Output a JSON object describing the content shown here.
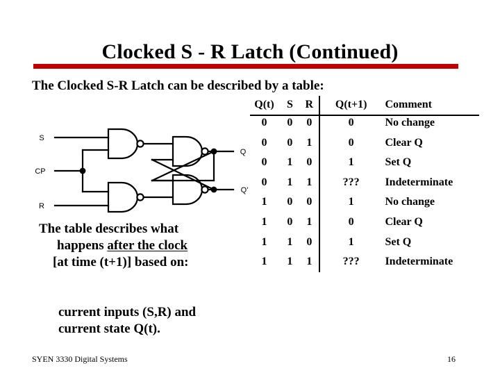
{
  "slide": {
    "title": "Clocked S - R Latch (Continued)",
    "subtitle": "The Clocked S-R Latch can be described by a table:",
    "accent_color": "#C00000",
    "background_color": "#FFFFFF",
    "text_color": "#000000"
  },
  "circuit": {
    "name": "clocked-sr-latch-nand-schematic",
    "inputs": [
      {
        "label": "S"
      },
      {
        "label": "CP"
      },
      {
        "label": "R"
      }
    ],
    "outputs": [
      {
        "label": "Q"
      },
      {
        "label": "Q'"
      }
    ],
    "gates": [
      {
        "name": "nand-s",
        "type": "NAND"
      },
      {
        "name": "nand-r",
        "type": "NAND"
      },
      {
        "name": "nand-q",
        "type": "NAND"
      },
      {
        "name": "nand-qbar",
        "type": "NAND"
      }
    ]
  },
  "body_text": {
    "block1": {
      "line1": "The table describes what",
      "line2_prefix": "happens ",
      "line2_underlined": "after the clock",
      "line3": "[at time (t+1)] based on:"
    },
    "block2": {
      "line1": "current inputs (S,R) and",
      "line2": "current state Q(t)."
    }
  },
  "table": {
    "headers": [
      "Q(t)",
      "S",
      "R",
      "Q(t+1)",
      "Comment"
    ],
    "rows": [
      {
        "qt": "0",
        "s": "0",
        "r": "0",
        "qt1": "0",
        "comment": "No change"
      },
      {
        "qt": "0",
        "s": "0",
        "r": "1",
        "qt1": "0",
        "comment": "Clear Q"
      },
      {
        "qt": "0",
        "s": "1",
        "r": "0",
        "qt1": "1",
        "comment": "Set Q"
      },
      {
        "qt": "0",
        "s": "1",
        "r": "1",
        "qt1": "???",
        "comment": "Indeterminate"
      },
      {
        "qt": "1",
        "s": "0",
        "r": "0",
        "qt1": "1",
        "comment": "No change"
      },
      {
        "qt": "1",
        "s": "0",
        "r": "1",
        "qt1": "0",
        "comment": "Clear Q"
      },
      {
        "qt": "1",
        "s": "1",
        "r": "0",
        "qt1": "1",
        "comment": "Set Q"
      },
      {
        "qt": "1",
        "s": "1",
        "r": "1",
        "qt1": "???",
        "comment": "Indeterminate"
      }
    ]
  },
  "footer": {
    "course": "SYEN 3330  Digital Systems",
    "page_number": "16"
  }
}
